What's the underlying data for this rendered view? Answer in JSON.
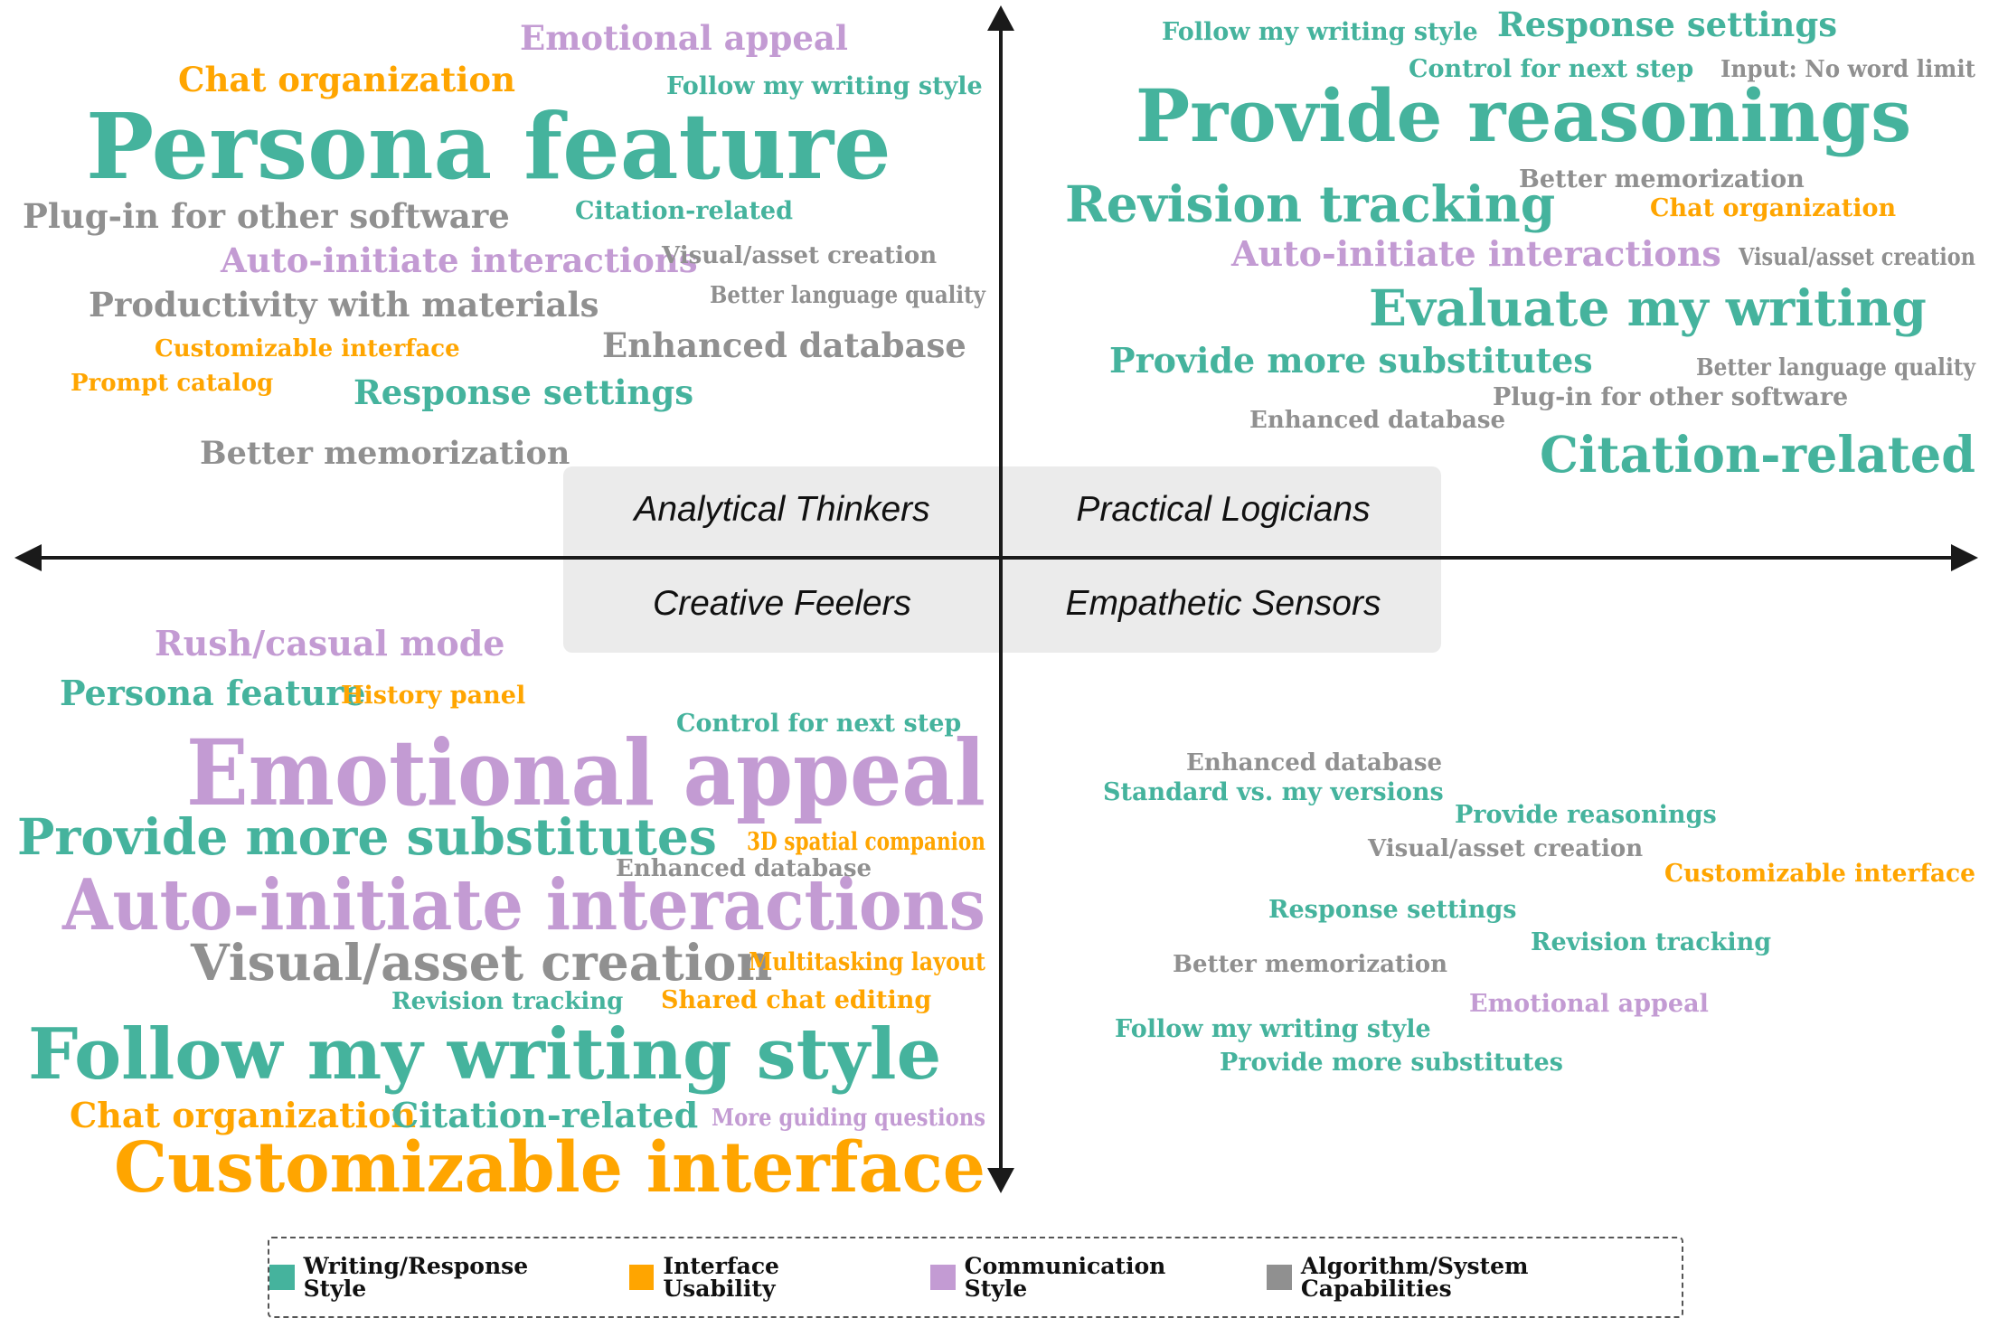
{
  "colors": {
    "writing": "#45b39d",
    "interface": "#ffa500",
    "communication": "#c39bd3",
    "algorithm": "#909090"
  },
  "quadrants": {
    "top_left": "Analytical Thinkers",
    "top_right": "Practical Logicians",
    "bottom_left": "Creative Feelers",
    "bottom_right": "Empathetic Sensors"
  },
  "legend": [
    {
      "label": "Writing/Response Style",
      "cat": "writing"
    },
    {
      "label": "Interface Usability",
      "cat": "interface"
    },
    {
      "label": "Communication Style",
      "cat": "communication"
    },
    {
      "label": "Algorithm/System Capabilities",
      "cat": "algorithm"
    }
  ],
  "words": {
    "top_left": [
      {
        "text": "Emotional appeal",
        "cat": "communication"
      },
      {
        "text": "Chat organization",
        "cat": "interface"
      },
      {
        "text": "Follow my writing style",
        "cat": "writing"
      },
      {
        "text": "Persona feature",
        "cat": "writing"
      },
      {
        "text": "Plug-in for other software",
        "cat": "algorithm"
      },
      {
        "text": "Citation-related",
        "cat": "writing"
      },
      {
        "text": "Auto-initiate interactions",
        "cat": "communication"
      },
      {
        "text": "Visual/asset creation",
        "cat": "algorithm"
      },
      {
        "text": "Productivity with materials",
        "cat": "algorithm"
      },
      {
        "text": "Better language quality",
        "cat": "algorithm"
      },
      {
        "text": "Customizable interface",
        "cat": "interface"
      },
      {
        "text": "Enhanced database",
        "cat": "algorithm"
      },
      {
        "text": "Prompt catalog",
        "cat": "interface"
      },
      {
        "text": "Response settings",
        "cat": "writing"
      },
      {
        "text": "Better memorization",
        "cat": "algorithm"
      }
    ],
    "top_right": [
      {
        "text": "Follow my writing style",
        "cat": "writing"
      },
      {
        "text": "Response settings",
        "cat": "writing"
      },
      {
        "text": "Control for next step",
        "cat": "writing"
      },
      {
        "text": "Input: No word limit",
        "cat": "algorithm"
      },
      {
        "text": "Provide reasonings",
        "cat": "writing"
      },
      {
        "text": "Better memorization",
        "cat": "algorithm"
      },
      {
        "text": "Revision tracking",
        "cat": "writing"
      },
      {
        "text": "Chat organization",
        "cat": "interface"
      },
      {
        "text": "Auto-initiate interactions",
        "cat": "communication"
      },
      {
        "text": "Visual/asset creation",
        "cat": "algorithm"
      },
      {
        "text": "Evaluate my writing",
        "cat": "writing"
      },
      {
        "text": "Provide more substitutes",
        "cat": "writing"
      },
      {
        "text": "Better language quality",
        "cat": "algorithm"
      },
      {
        "text": "Plug-in for other software",
        "cat": "algorithm"
      },
      {
        "text": "Enhanced database",
        "cat": "algorithm"
      },
      {
        "text": "Citation-related",
        "cat": "writing"
      }
    ],
    "bottom_left": [
      {
        "text": "Rush/casual mode",
        "cat": "communication"
      },
      {
        "text": "Persona feature",
        "cat": "writing"
      },
      {
        "text": "History panel",
        "cat": "interface"
      },
      {
        "text": "Control for next step",
        "cat": "writing"
      },
      {
        "text": "Emotional appeal",
        "cat": "communication"
      },
      {
        "text": "Provide more substitutes",
        "cat": "writing"
      },
      {
        "text": "3D spatial companion",
        "cat": "interface"
      },
      {
        "text": "Enhanced database",
        "cat": "algorithm"
      },
      {
        "text": "Auto-initiate interactions",
        "cat": "communication"
      },
      {
        "text": "Visual/asset creation",
        "cat": "algorithm"
      },
      {
        "text": "Multitasking layout",
        "cat": "interface"
      },
      {
        "text": "Revision tracking",
        "cat": "writing"
      },
      {
        "text": "Shared chat editing",
        "cat": "interface"
      },
      {
        "text": "Follow my writing style",
        "cat": "writing"
      },
      {
        "text": "Chat organization",
        "cat": "interface"
      },
      {
        "text": "Citation-related",
        "cat": "writing"
      },
      {
        "text": "More guiding questions",
        "cat": "communication"
      },
      {
        "text": "Customizable interface",
        "cat": "interface"
      }
    ],
    "bottom_right": [
      {
        "text": "Enhanced database",
        "cat": "algorithm"
      },
      {
        "text": "Standard vs. my versions",
        "cat": "writing"
      },
      {
        "text": "Provide reasonings",
        "cat": "writing"
      },
      {
        "text": "Visual/asset creation",
        "cat": "algorithm"
      },
      {
        "text": "Customizable interface",
        "cat": "interface"
      },
      {
        "text": "Response settings",
        "cat": "writing"
      },
      {
        "text": "Revision tracking",
        "cat": "writing"
      },
      {
        "text": "Better memorization",
        "cat": "algorithm"
      },
      {
        "text": "Emotional appeal",
        "cat": "communication"
      },
      {
        "text": "Follow my writing style",
        "cat": "writing"
      },
      {
        "text": "Provide more substitutes",
        "cat": "writing"
      }
    ]
  }
}
